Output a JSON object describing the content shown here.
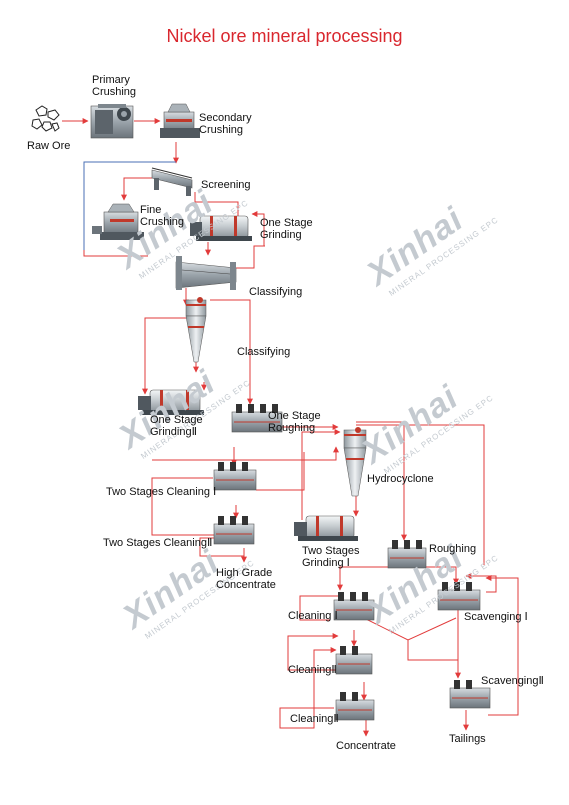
{
  "title": "Nickel ore mineral processing",
  "watermark": {
    "logo": "Xinhai",
    "tagline": "MINERAL PROCESSING EPC"
  },
  "colors": {
    "flow_line": "#e23b3b",
    "title": "#d9272e",
    "equipment": "#8c969e",
    "watermark": "#c4cad0"
  },
  "nodes": {
    "raw_ore": "Raw Ore",
    "primary_crushing": [
      "Primary",
      "Crushing"
    ],
    "secondary_crushing": [
      "Secondary",
      "Crushing"
    ],
    "screening": "Screening",
    "fine_crushing": [
      "Fine",
      "Crushing"
    ],
    "one_stage_grinding": [
      "One Stage",
      "Grinding"
    ],
    "classifying_1": "Classifying",
    "classifying_2": "Classifying",
    "one_stage_grinding_2": [
      "One Stage",
      "GrindingⅡ"
    ],
    "one_stage_roughing": [
      "One Stage",
      "Roughing"
    ],
    "two_stages_cleaning_1": "Two Stages Cleaning Ⅰ",
    "two_stages_cleaning_2": "Two Stages CleaningⅡ",
    "high_grade_concentrate": [
      "High Grade",
      "Concentrate"
    ],
    "hydrocyclone": "Hydrocyclone",
    "two_stages_grinding_1": [
      "Two Stages",
      "Grinding Ⅰ"
    ],
    "roughing": "Roughing",
    "cleaning_1": "Cleaning Ⅰ",
    "scavenging_1": "Scavenging Ⅰ",
    "cleaning_2a": "CleaningⅡ",
    "scavenging_2": "ScavengingⅡ",
    "cleaning_2b": "CleaningⅡ",
    "concentrate": "Concentrate",
    "tailings": "Tailings"
  }
}
